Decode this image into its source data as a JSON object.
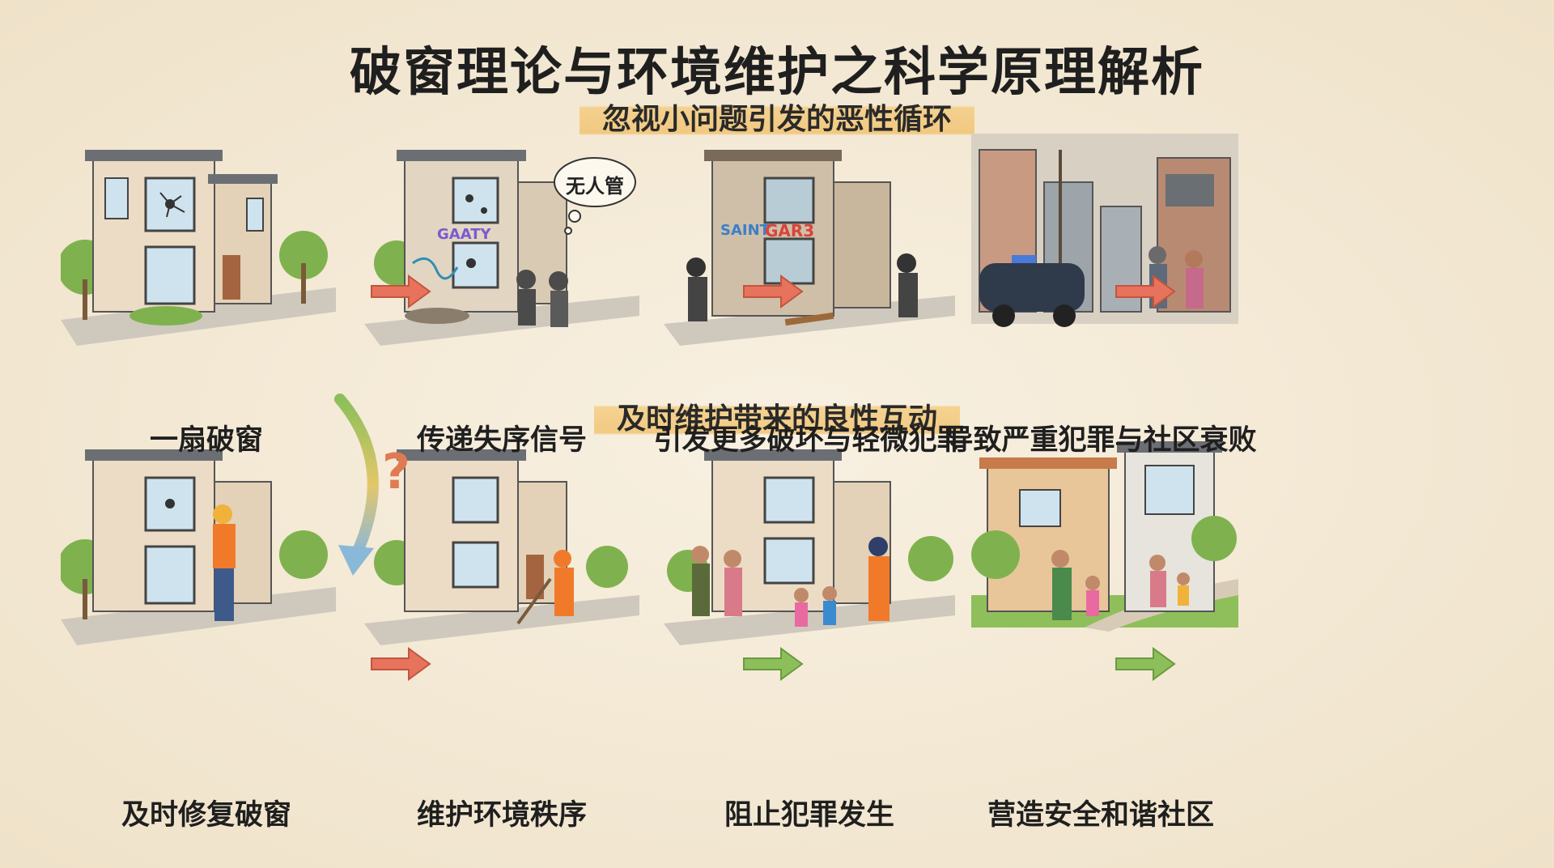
{
  "title": "破窗理论与环境维护之科学原理解析",
  "sections": {
    "vicious": "忽视小问题引发的恶性循环",
    "virtuous": "及时维护带来的良性互动"
  },
  "top_row": [
    {
      "caption": "一扇破窗"
    },
    {
      "caption": "传递失序信号",
      "bubble": "无人管"
    },
    {
      "caption": "引发更多破坏与轻微犯罪"
    },
    {
      "caption": "导致严重犯罪与社区衰败"
    }
  ],
  "bottom_row": [
    {
      "caption": "及时修复破窗"
    },
    {
      "caption": "维护环境秩序"
    },
    {
      "caption": "阻止犯罪发生"
    },
    {
      "caption": "营造安全和谐社区"
    }
  ],
  "branch_symbol": "?",
  "graffiti": [
    "GAATY",
    "GAR3",
    "SAINT"
  ],
  "colors": {
    "arrow_red": "#e8735c",
    "arrow_green": "#8cbf5a",
    "highlight": "#f2c679",
    "wall": "#ecdcc6",
    "roof": "#6b6f74",
    "glass": "#cfe3ee",
    "tree": "#7fb24e"
  }
}
